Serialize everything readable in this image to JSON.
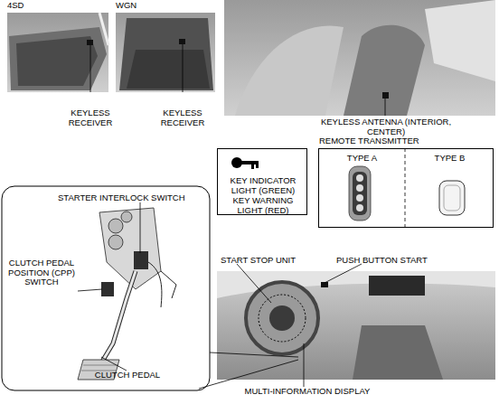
{
  "diagram": {
    "nodes": [
      {
        "text": [
          "4SD"
        ]
      },
      {
        "text": [
          "WGN"
        ]
      },
      {
        "text": [
          "KEY INDICATOR LIGHT (GREEN)",
          "KEY WARNING LIGHT (RED)"
        ]
      },
      {
        "text": [
          "REMOTE TRANSMITTER"
        ]
      },
      {
        "text": [
          "TYPE A"
        ],
        "in": 3
      },
      {
        "text": [
          "TYPE B"
        ],
        "in": 3
      }
    ],
    "labels": [
      "KEYLESS RECEIVER",
      "KEYLESS RECEIVER",
      "KEYLESS ANTENNA (INTERIOR, CENTER)",
      "STARTER INTERLOCK SWITCH",
      "CLUTCH PEDAL POSITION (CPP) SWITCH",
      "CLUTCH PEDAL",
      "START STOP UNIT",
      "PUSH BUTTON START",
      "MULTI-INFORMATION DISPLAY"
    ]
  }
}
